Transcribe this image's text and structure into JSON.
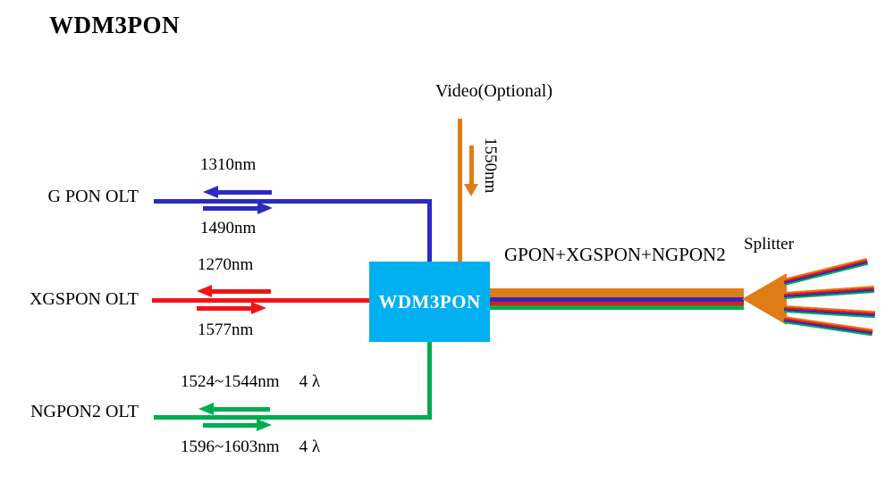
{
  "title": "WDM3PON",
  "colors": {
    "blue": "#2b2bc0",
    "red": "#ee1515",
    "green": "#00ab50",
    "orange": "#e07c18",
    "cyan": "#00b0f0"
  },
  "video": {
    "label": "Video(Optional)",
    "wavelength": "1550nm"
  },
  "rows": [
    {
      "label": "G PON OLT",
      "upstream": "1310nm",
      "downstream": "1490nm"
    },
    {
      "label": "XGSPON OLT",
      "upstream": "1270nm",
      "downstream": "1577nm"
    },
    {
      "label": "NGPON2 OLT",
      "upstream": "1524~1544nm",
      "upstream_lambda": "4 λ",
      "downstream": "1596~1603nm",
      "downstream_lambda": "4 λ"
    }
  ],
  "box": {
    "label": "WDM3PON"
  },
  "output": {
    "label": "GPON+XGSPON+NGPON2"
  },
  "splitter": {
    "label": "Splitter"
  }
}
